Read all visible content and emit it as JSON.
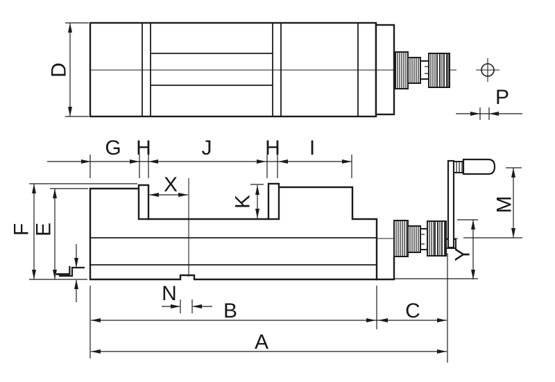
{
  "palette": {
    "ink": "#1b1b1b",
    "paper": "#ffffff"
  },
  "labels": {
    "A": "A",
    "B": "B",
    "C": "C",
    "D": "D",
    "E": "E",
    "F": "F",
    "G": "G",
    "H": "H",
    "I": "I",
    "J": "J",
    "K": "K",
    "L": "L",
    "M": "M",
    "N": "N",
    "P": "P",
    "X": "X",
    "Y": "Y"
  }
}
